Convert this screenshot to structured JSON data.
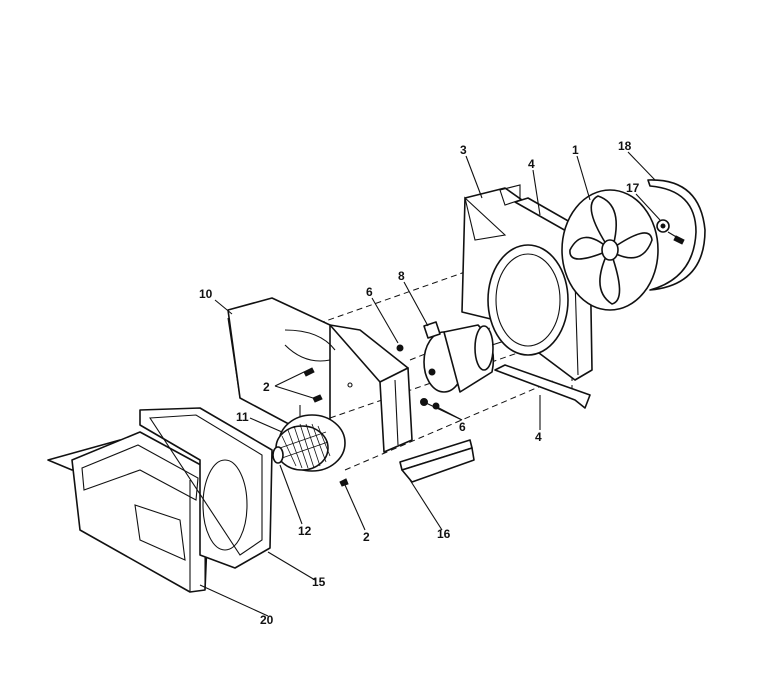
{
  "diagram": {
    "callouts": [
      {
        "id": "c1",
        "label": "1"
      },
      {
        "id": "c2a",
        "label": "2"
      },
      {
        "id": "c2b",
        "label": "2"
      },
      {
        "id": "c3",
        "label": "3"
      },
      {
        "id": "c4a",
        "label": "4"
      },
      {
        "id": "c4b",
        "label": "4"
      },
      {
        "id": "c6a",
        "label": "6"
      },
      {
        "id": "c6b",
        "label": "6"
      },
      {
        "id": "c8",
        "label": "8"
      },
      {
        "id": "c10",
        "label": "10"
      },
      {
        "id": "c11",
        "label": "11"
      },
      {
        "id": "c12",
        "label": "12"
      },
      {
        "id": "c15",
        "label": "15"
      },
      {
        "id": "c16",
        "label": "16"
      },
      {
        "id": "c17",
        "label": "17"
      },
      {
        "id": "c18",
        "label": "18"
      },
      {
        "id": "c20",
        "label": "20"
      }
    ]
  }
}
